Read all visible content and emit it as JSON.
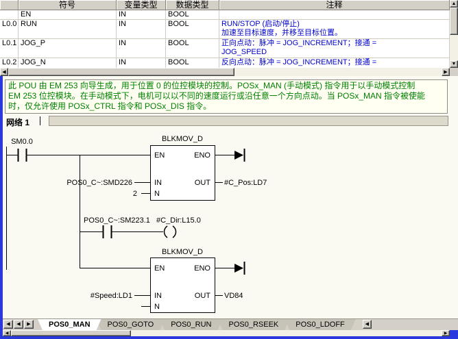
{
  "colors": {
    "window_border_blue": "#2b38de",
    "pou_comment_green": "#008000",
    "symbol_comment_blue": "#0000cd",
    "chrome_gray": "#d4d0c8"
  },
  "icons": {
    "up_arrow": "▲",
    "down_arrow": "▼",
    "left_arrow": "◀",
    "right_arrow": "▶",
    "tab_first": "◀",
    "tab_prev": "◀",
    "tab_next": "▶",
    "tab_overflow": "◀"
  },
  "symbol_table": {
    "headers": {
      "addr": "",
      "symbol": "符号",
      "var_type": "变量类型",
      "data_type": "数据类型",
      "comment": "注释"
    },
    "rows": [
      {
        "addr": "",
        "symbol": "EN",
        "var_type": "IN",
        "data_type": "BOOL",
        "comment1": "",
        "comment2": ""
      },
      {
        "addr": "L0.0",
        "symbol": "RUN",
        "var_type": "IN",
        "data_type": "BOOL",
        "comment1": "RUN/STOP (启动/停止)",
        "comment2": "加速至目标速度，并移至目标位置。"
      },
      {
        "addr": "L0.1",
        "symbol": "JOG_P",
        "var_type": "IN",
        "data_type": "BOOL",
        "comment1": "正向点动：脉冲 = JOG_INCREMENT；接通 =",
        "comment2": "JOG_SPEED"
      },
      {
        "addr": "L0.2",
        "symbol": "JOG_N",
        "var_type": "IN",
        "data_type": "BOOL",
        "comment1": "反向点动：脉冲 = JOG_INCREMENT；接通 =",
        "comment2": ""
      }
    ]
  },
  "pou_comment": {
    "line1": "此 POU 由 EM 253 向导生成，用于位置 0 的位控模块的控制。POSx_MAN (手动模式) 指令用于以手动模式控制",
    "line2": "EM 253 位控模块。在手动模式下，电机可以以不同的速度运行或沿任意一个方向点动。当 POSx_MAN 指令被使能",
    "line3": "时，仅允许使用 POSx_CTRL 指令和 POSx_DIS 指令。"
  },
  "network": {
    "label": "网络 1",
    "title": ""
  },
  "ladder": {
    "main_contact": "SM0.0",
    "pins": {
      "en": "EN",
      "eno": "ENO",
      "in": "IN",
      "n": "N",
      "out": "OUT"
    },
    "block1": {
      "title": "BLKMOV_D",
      "in_operand": "POS0_C~:SMD226",
      "n_operand": "2",
      "out_operand": "#C_Pos:LD7"
    },
    "branch": {
      "contact": "POS0_C~:SM223.1",
      "coil": "#C_Dir:L15.0"
    },
    "block2": {
      "title": "BLKMOV_D",
      "in_operand": "#Speed:LD1",
      "out_operand": "VD84"
    }
  },
  "tabs": {
    "active": "POS0_MAN",
    "items": [
      "POS0_MAN",
      "POS0_GOTO",
      "POS0_RUN",
      "POS0_RSEEK",
      "POS0_LDOFF"
    ]
  }
}
